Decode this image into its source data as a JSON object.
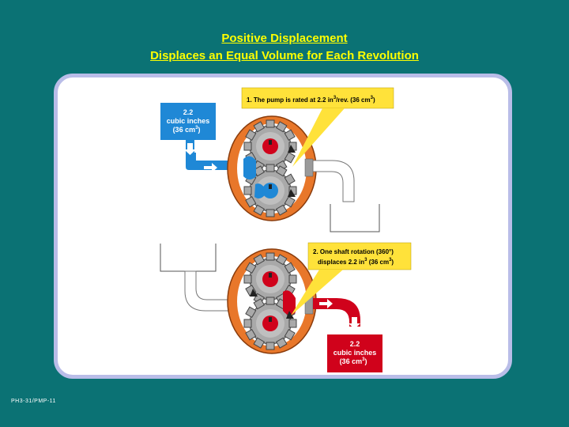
{
  "slide": {
    "title_line1": "Positive Displacement",
    "title_line2": "Displaces an Equal Volume for Each Revolution",
    "footer_code": "PH3-31/PMP-11"
  },
  "diagram": {
    "callout1_prefix": "1. The pump is rated at 2.2 in",
    "callout1_sup": "3",
    "callout1_mid": "/rev. (36 cm",
    "callout1_sup2": "3",
    "callout1_end": ")",
    "callout2_line1": "2. One shaft rotation (360°)",
    "callout2_line2_a": "displaces 2.2 in",
    "callout2_sup": "3",
    "callout2_line2_b": " (36 cm",
    "callout2_sup2": "3",
    "callout2_line2_c": ")",
    "inlet_line1": "2.2",
    "inlet_line2": "cubic inches",
    "inlet_line3": "(36 cm",
    "inlet_sup": "3",
    "inlet_line3_end": ")",
    "outlet_line1": "2.2",
    "outlet_line2": "cubic inches",
    "outlet_line3": "(36 cm",
    "outlet_sup": "3",
    "outlet_line3_end": ")"
  },
  "colors": {
    "background": "#0b7274",
    "title": "#ffff00",
    "inlet_blue": "#1f88d6",
    "outlet_red": "#d0021b",
    "housing_orange": "#e8772a",
    "callout_yellow": "#ffe23a",
    "gear_gray": "#a8a8a8"
  }
}
